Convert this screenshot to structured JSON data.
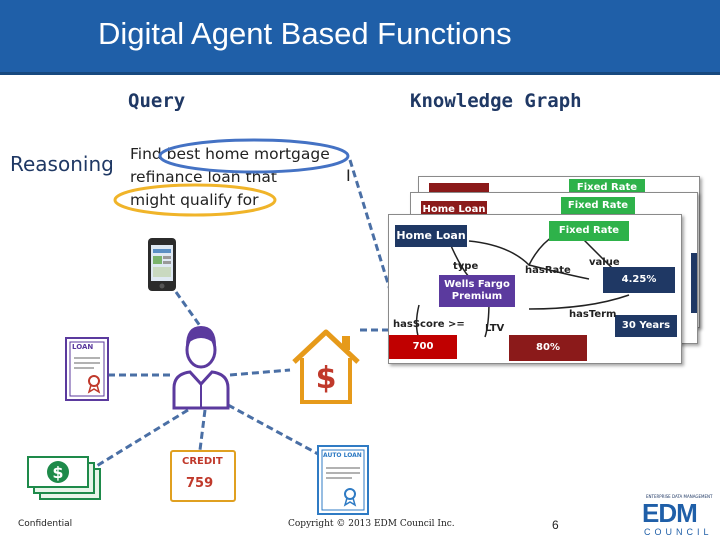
{
  "title": "Digital Agent Based Functions",
  "headers": {
    "query": "Query",
    "knowledge_graph": "Knowledge Graph",
    "reasoning": "Reasoning"
  },
  "query": {
    "lines": [
      "Find best home mortgage",
      "refinance loan that",
      "might qualify for"
    ],
    "stray_mark": "I"
  },
  "knowledge_graph": {
    "nodes": {
      "home_loan": "Home Loan",
      "home_loan_back": "Home Loan",
      "fixed_rate": "Fixed Rate",
      "fixed_rate_mid": "Fixed Rate",
      "fixed_rate_back": "Fixed Rate",
      "wells_fargo": "Wells Fargo Premium",
      "rate": "4.25%",
      "term": "30 Years",
      "score": "700",
      "ltv": "80%"
    },
    "edges": {
      "type": "type",
      "has_rate": "hasRate",
      "value": "value",
      "has_term": "hasTerm",
      "has_score": "hasScore >=",
      "ltv": "LTV"
    }
  },
  "documents": {
    "loan": "LOAN",
    "credit": "CREDIT",
    "credit_score": "759",
    "auto_loan": "AUTO LOAN"
  },
  "icons": [
    "smartphone-icon",
    "person-icon",
    "house-dollar-icon",
    "loan-document-icon",
    "cash-icon",
    "credit-card-icon",
    "auto-loan-document-icon"
  ],
  "colors": {
    "title_bar": "#1f5fa8",
    "node_blue": "#1f3864",
    "node_green": "#2eb24a",
    "node_red": "#c00000",
    "node_darkred": "#8b1a1a",
    "node_purple": "#5b3a9e",
    "highlight_blue": "#4472c4",
    "highlight_orange": "#f0b429"
  },
  "footer": {
    "left": "Confidential",
    "middle": "Copyright © 2013 EDM Council Inc.",
    "page": "6"
  },
  "logo": {
    "tagline": "ENTERPRISE DATA MANAGEMENT",
    "wordmark": "EDM",
    "sub": "COUNCIL"
  }
}
